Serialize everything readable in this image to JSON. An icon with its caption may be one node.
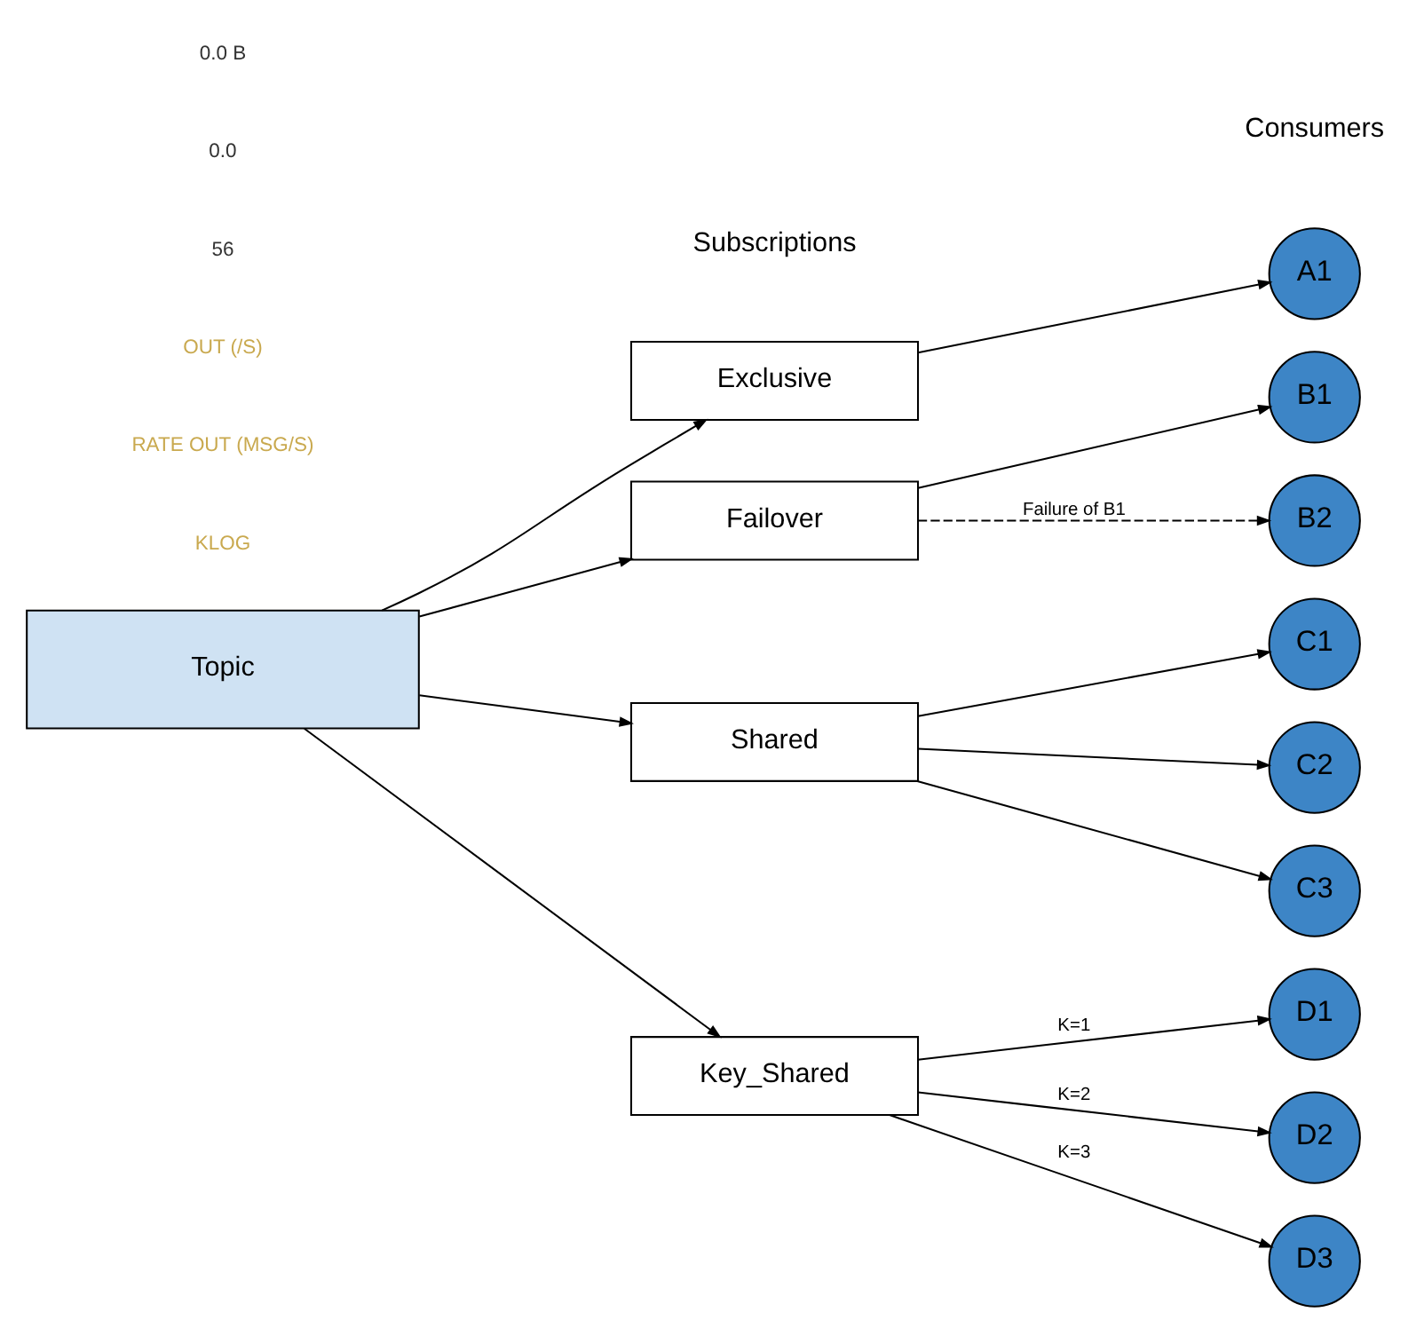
{
  "diagram": {
    "nodes": [
      {
        "text": [
          "Topic"
        ]
      },
      {
        "text": [
          "Exclusive"
        ]
      },
      {
        "text": [
          "Failover"
        ]
      },
      {
        "text": [
          "Shared"
        ]
      },
      {
        "text": [
          "Key_Shared"
        ]
      },
      {
        "text": [
          "A1"
        ]
      },
      {
        "text": [
          "B1"
        ]
      },
      {
        "text": [
          "B2"
        ]
      },
      {
        "text": [
          "C1"
        ]
      },
      {
        "text": [
          "C2"
        ]
      },
      {
        "text": [
          "C3"
        ]
      },
      {
        "text": [
          "D1"
        ]
      },
      {
        "text": [
          "D2"
        ]
      },
      {
        "text": [
          "D3"
        ]
      }
    ],
    "edges": [
      {
        "from": 0,
        "to": 1,
        "arrow": "to"
      },
      {
        "from": 0,
        "to": 2,
        "arrow": "to"
      },
      {
        "from": 0,
        "to": 3,
        "arrow": "to"
      },
      {
        "from": 0,
        "to": 4,
        "arrow": "to"
      },
      {
        "from": 1,
        "to": 5,
        "arrow": "to"
      },
      {
        "from": 2,
        "to": 6,
        "arrow": "to"
      },
      {
        "from": 2,
        "to": 7,
        "arrow": "to",
        "label": "Failure of B1",
        "style": "dashed"
      },
      {
        "from": 3,
        "to": 8,
        "arrow": "to"
      },
      {
        "from": 3,
        "to": 9,
        "arrow": "to"
      },
      {
        "from": 3,
        "to": 10,
        "arrow": "to"
      },
      {
        "from": 4,
        "to": 11,
        "arrow": "to",
        "label": "K=1"
      },
      {
        "from": 4,
        "to": 12,
        "arrow": "to",
        "label": "K=2"
      },
      {
        "from": 4,
        "to": 13,
        "arrow": "to",
        "label": "K=3"
      }
    ],
    "labels": [
      "Subscriptions",
      "Consumers",
      "KLOG",
      "RATE OUT (MSG/S)",
      "OUT (/S)",
      "56",
      "0.0",
      "0.0 B"
    ]
  }
}
